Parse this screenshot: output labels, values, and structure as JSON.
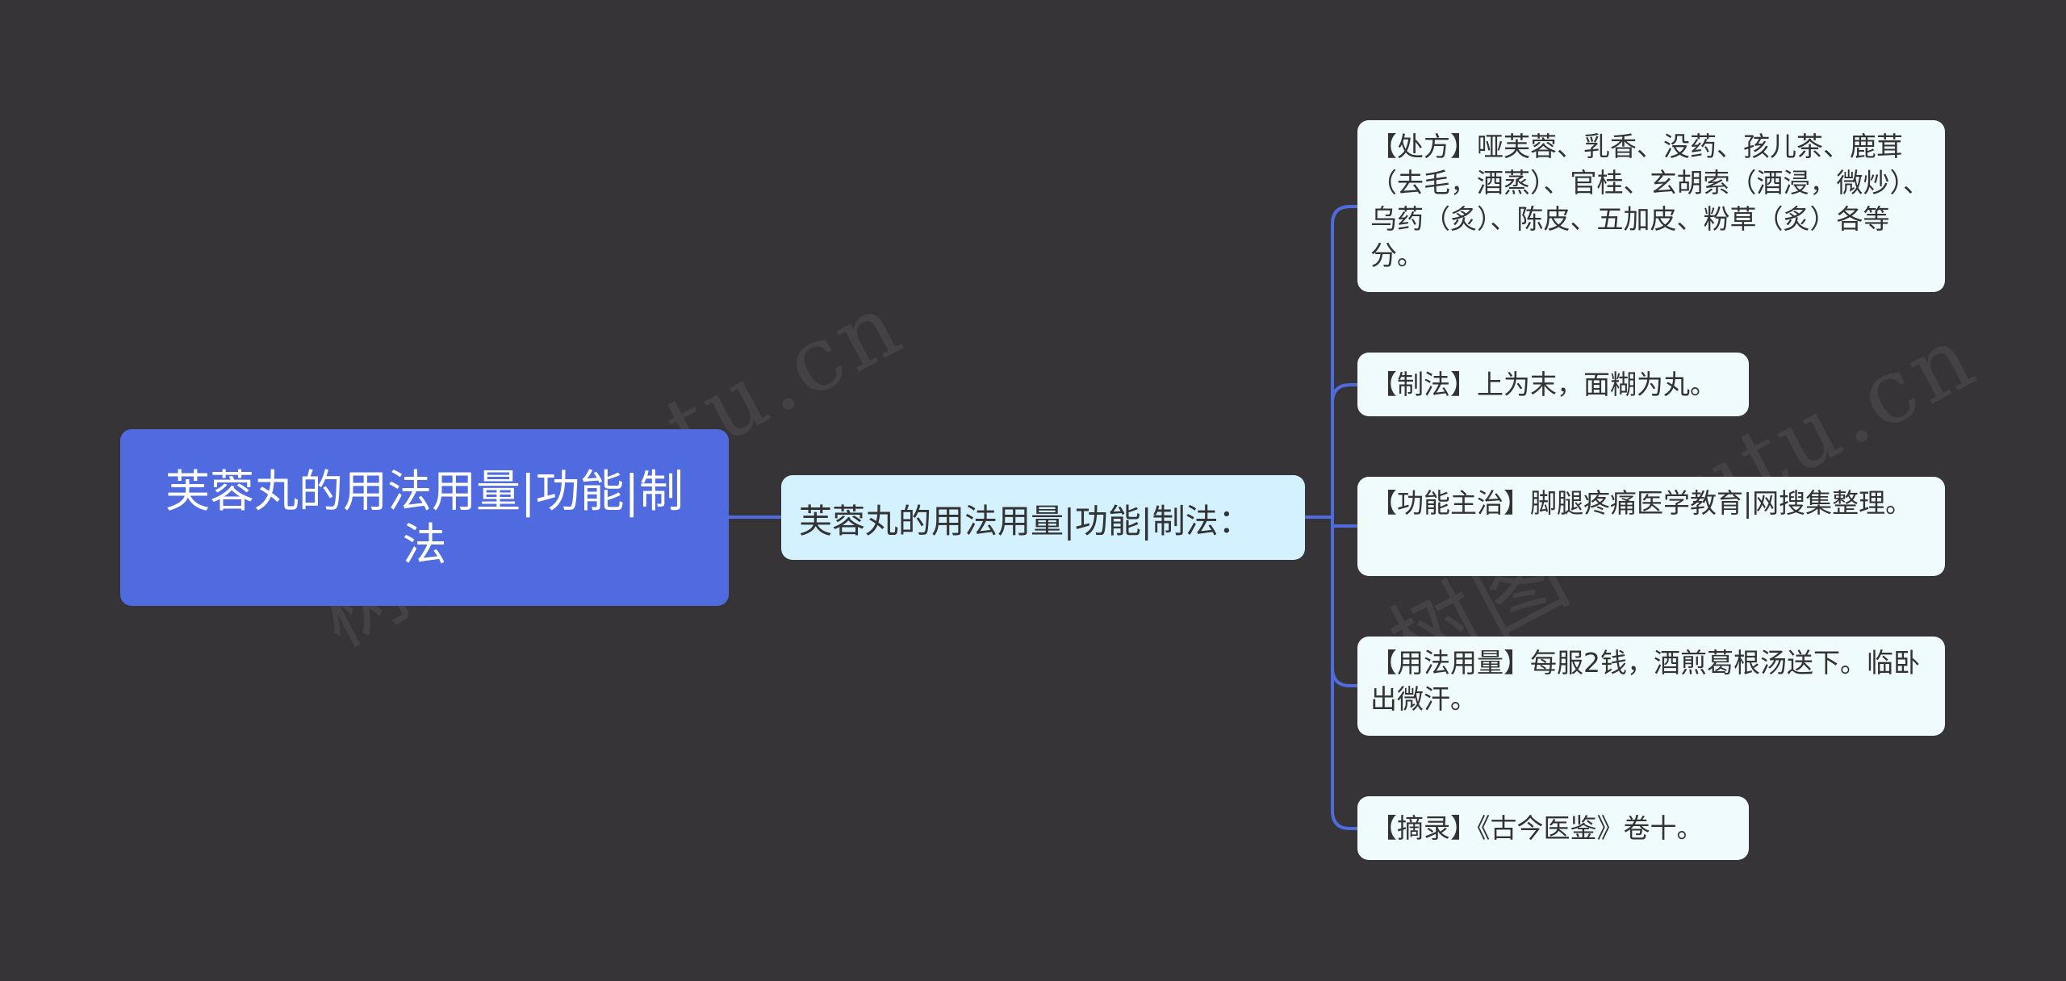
{
  "colors": {
    "background": "#363436",
    "root_fill": "#4f6bdf",
    "mid_fill": "#d3f1ff",
    "leaf_fill": "#f0fbfd",
    "connector": "#4f6bdf"
  },
  "root": {
    "label": "芙蓉丸的用法用量|功能|制法"
  },
  "branch": {
    "label": "芙蓉丸的用法用量|功能|制法："
  },
  "leaves": [
    {
      "text": "【处方】哑芙蓉、乳香、没药、孩儿茶、鹿茸（去毛，酒蒸）、官桂、玄胡索（酒浸，微炒）、乌药（炙）、陈皮、五加皮、粉草（炙）各等分。"
    },
    {
      "text": "【制法】上为末，面糊为丸。"
    },
    {
      "text": "【功能主治】脚腿疼痛医学教育|网搜集整理。"
    },
    {
      "text": "【用法用量】每服2钱，酒煎葛根汤送下。临卧出微汗。"
    },
    {
      "text": "【摘录】《古今医鉴》卷十。"
    }
  ]
}
